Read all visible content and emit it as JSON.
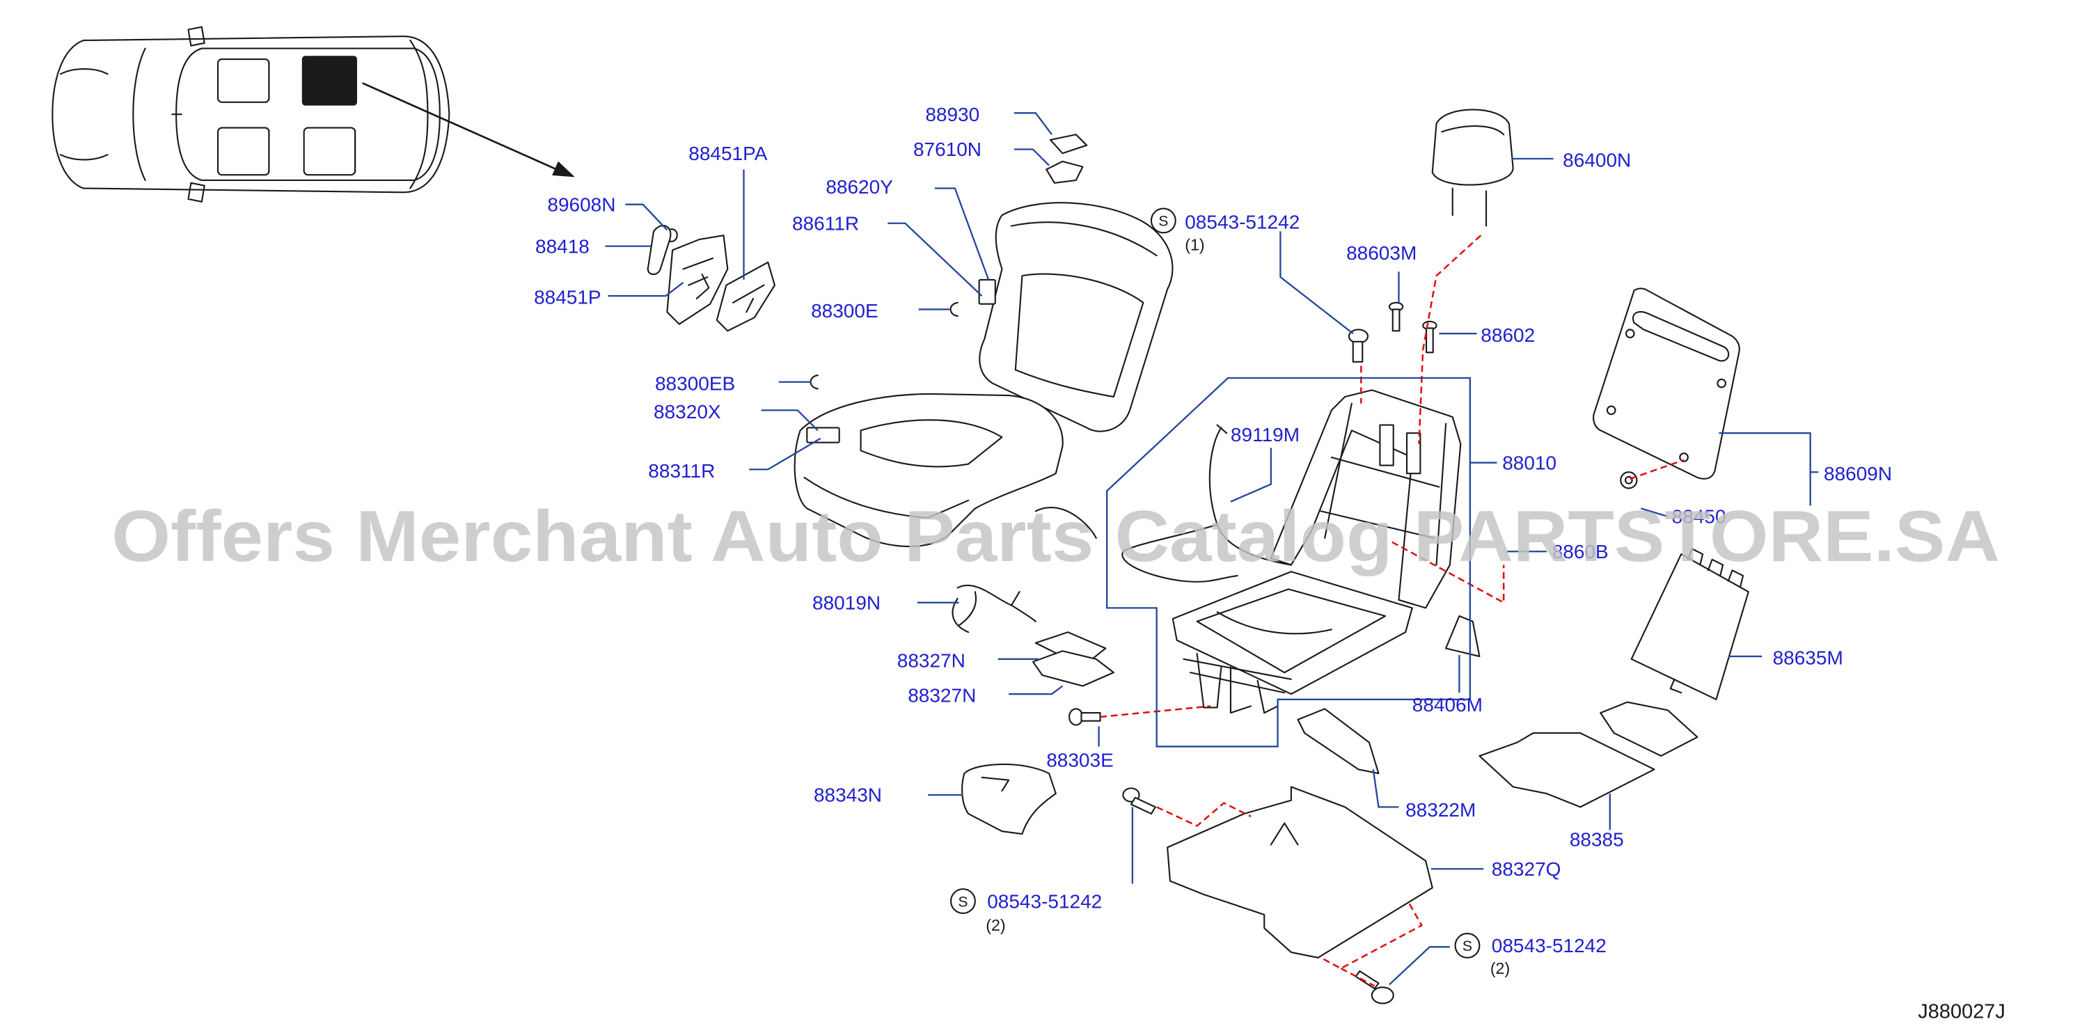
{
  "colors": {
    "callout_text": "#1f1fd0",
    "leader_line": "#23479a",
    "assembly_dash": "#e00d0d",
    "drawing": "#1a1a1a",
    "watermark": "#c4c4c4"
  },
  "watermark": "Offers Merchant Auto Parts Catalog PARTSTORE.SA",
  "diagram_code": "J880027J",
  "callouts": [
    "88930",
    "87610N",
    "88451PA",
    "89608N",
    "88418",
    "88451P",
    "88620Y",
    "88611R",
    "88300E",
    "88300EB",
    "88320X",
    "88311R",
    "86400N",
    "88603M",
    "88602",
    "89119M",
    "88010",
    "88609N",
    "88450",
    "8860B",
    "88019N",
    "88327N",
    "88327N",
    "88406M",
    "88635M",
    "88303E",
    "88322M",
    "88343N",
    "88385",
    "88327Q"
  ],
  "screw_notes": [
    {
      "symbol": "S",
      "part_no": "08543-51242",
      "qty": "(1)"
    },
    {
      "symbol": "S",
      "part_no": "08543-51242",
      "qty": "(2)"
    },
    {
      "symbol": "S",
      "part_no": "08543-51242",
      "qty": "(2)"
    }
  ]
}
